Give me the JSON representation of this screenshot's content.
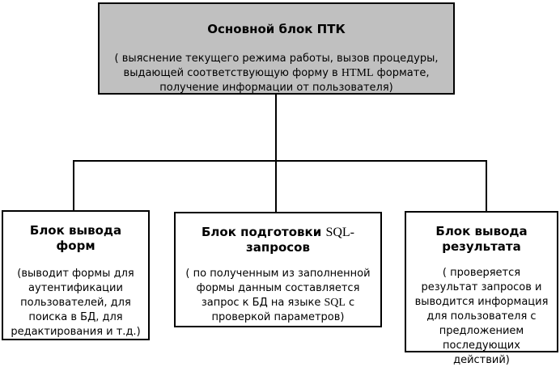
{
  "blocks": {
    "main": {
      "title": "Основной блок ПТК",
      "desc_pre": "( выяснение текущего режима работы, вызов процедуры,\nвыдающей соответствующую форму в ",
      "desc_tech": "HTML",
      "desc_post": " формате,\nполучение информации от пользователя)"
    },
    "forms": {
      "title": "Блок вывода\nформ",
      "desc": "(выводит формы для\nаутентификации\nпользователей, для\nпоиска в БД, для\nредактирования и т.д.)"
    },
    "sql": {
      "title_pre": "Блок подготовки ",
      "title_tech": "SQL-",
      "title_post": "\nзапросов",
      "desc_pre": "( по полученным из заполненной\nформы данным составляется\nзапрос к БД на языке ",
      "desc_tech": "SQL",
      "desc_post": " с\nпроверкой параметров)"
    },
    "result": {
      "title": "Блок вывода\nрезультата",
      "desc": "( проверяется\nрезультат запросов и\nвыводится информация\nдля пользователя с\nпредложением\nпоследующих\nдействий)"
    }
  },
  "colors": {
    "main_block_fill": "#c0c0c0",
    "child_block_fill": "#ffffff",
    "border_and_lines": "#000000",
    "background": "#ffffff",
    "text": "#000000"
  }
}
